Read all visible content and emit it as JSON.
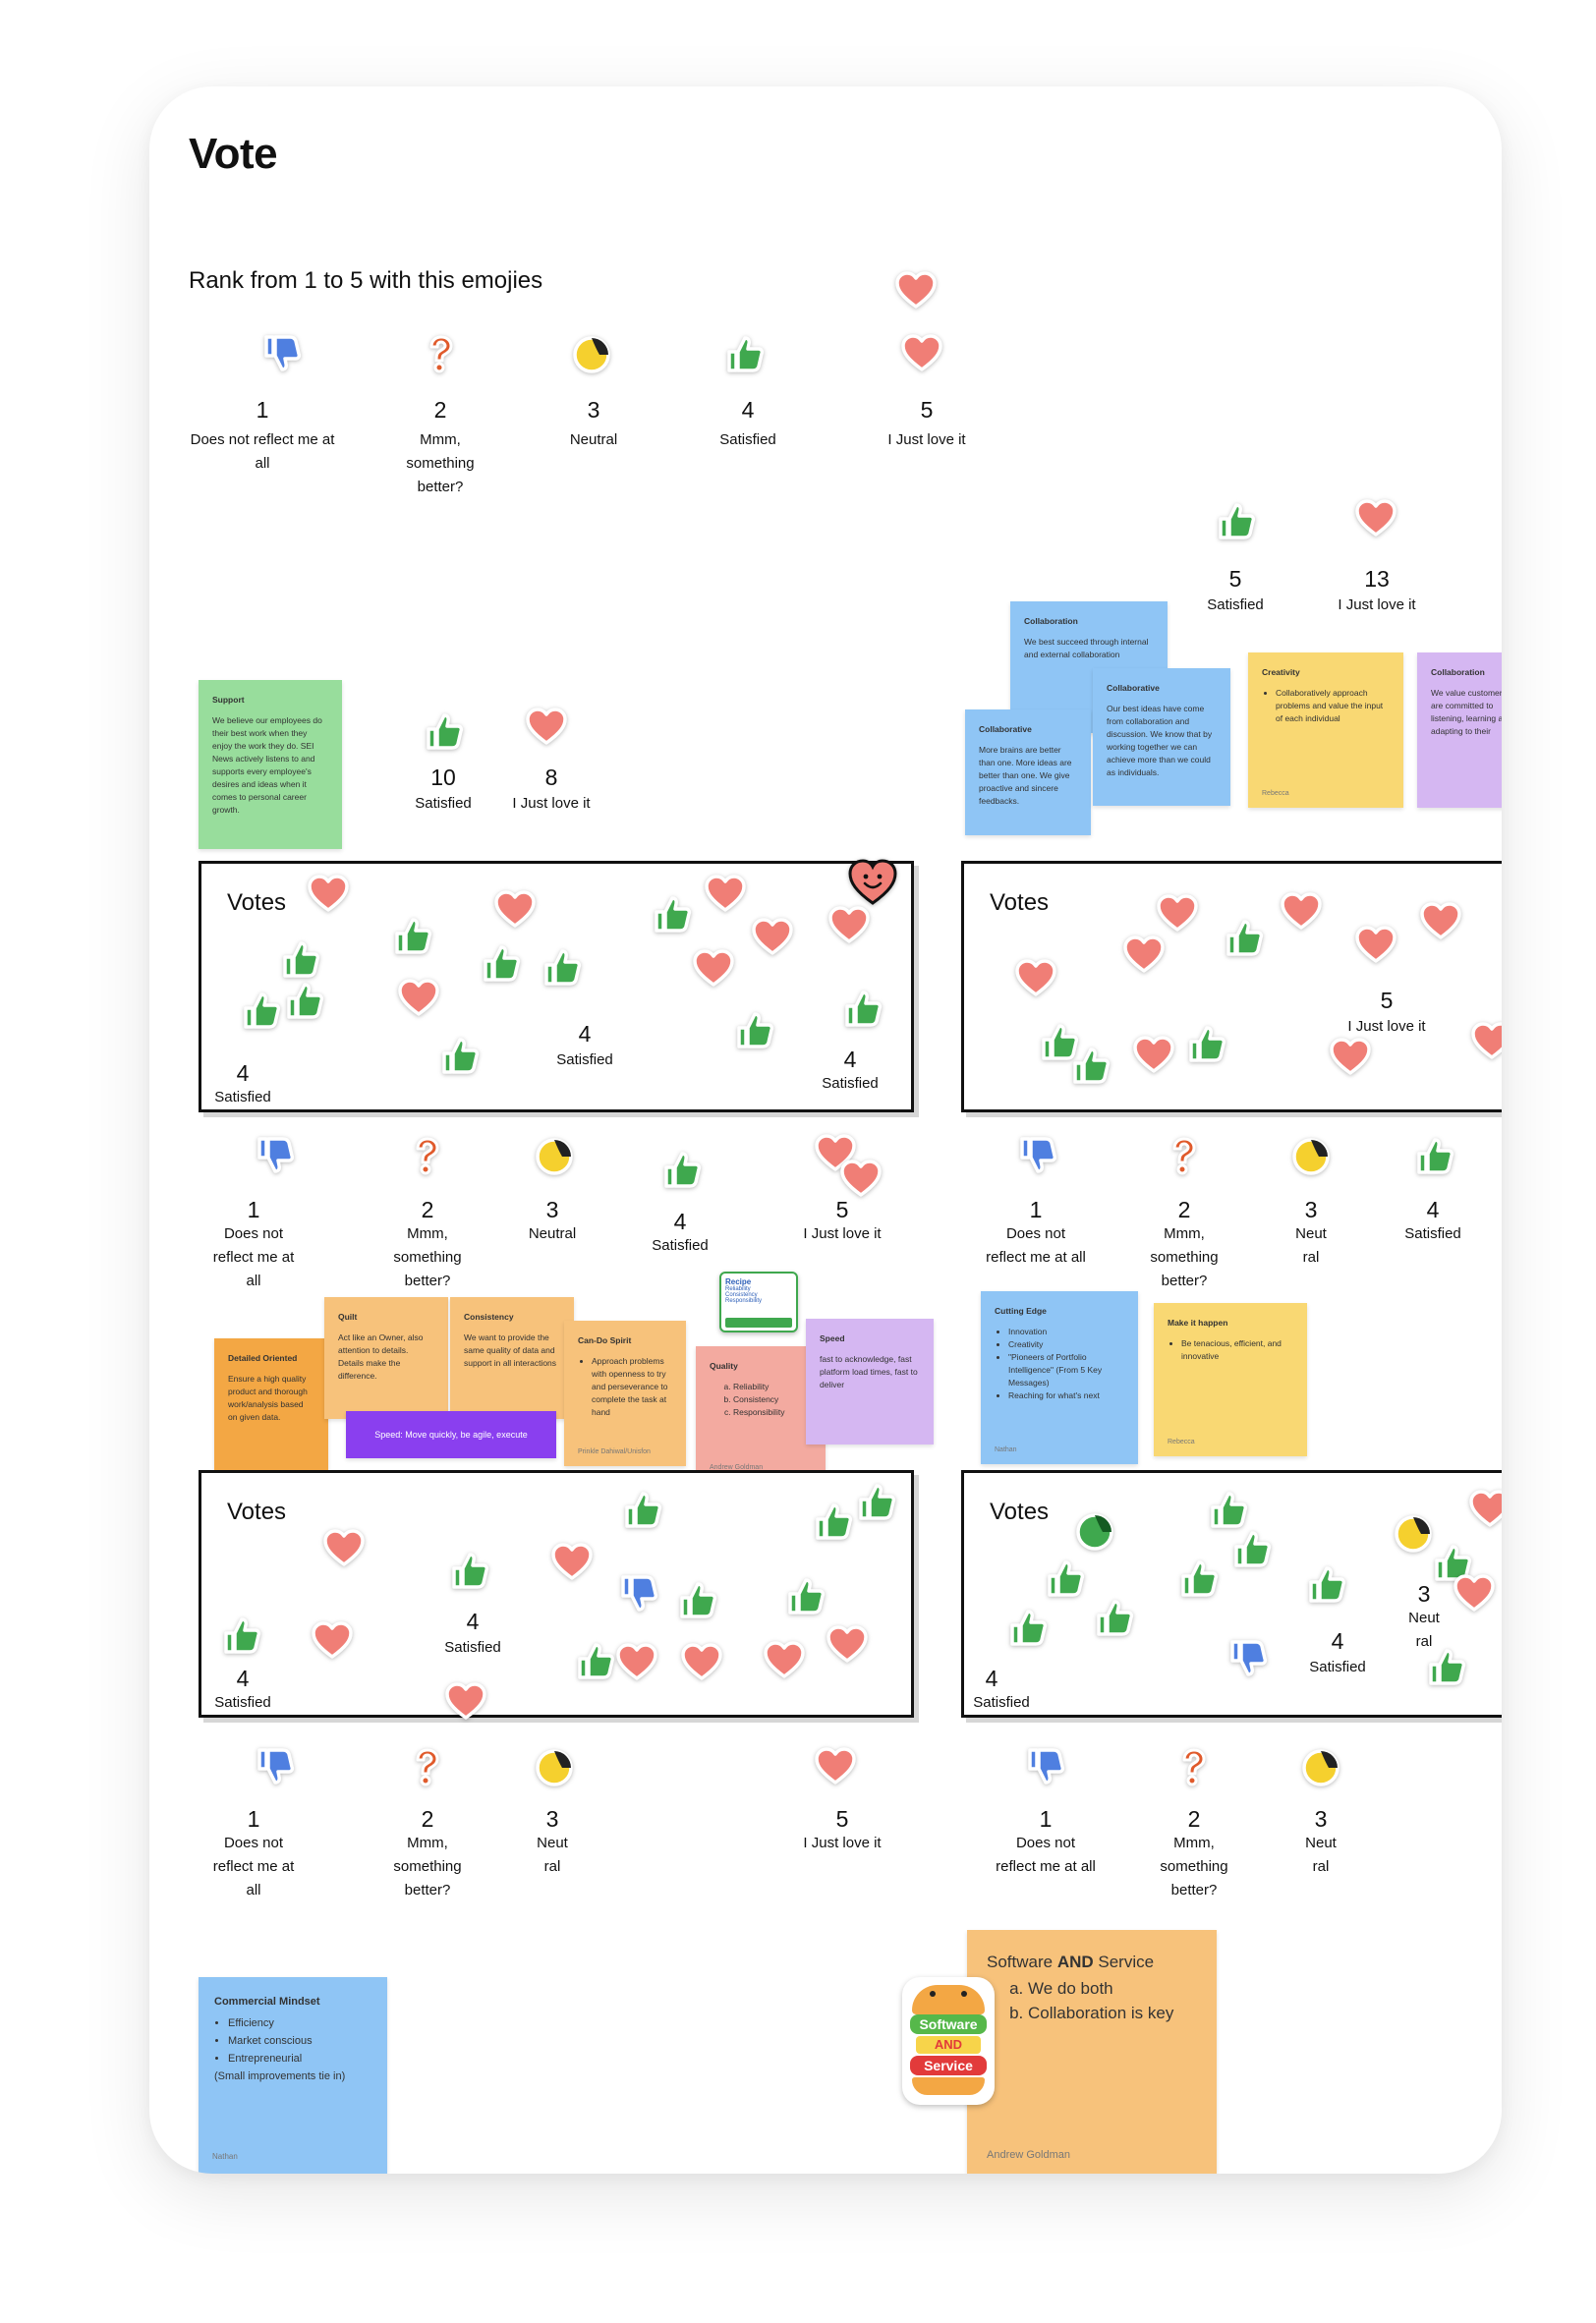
{
  "page": {
    "title": "Vote",
    "subtitle": "Rank from 1 to 5 with this emojies"
  },
  "colors": {
    "heart": "#f07e76",
    "thumb_up": "#3fa84e",
    "thumb_down": "#4f7fe0",
    "question": "#e05a2b",
    "neutral": "#f5d02e",
    "border": "#111111"
  },
  "legend_main": [
    {
      "icon": "thumb-down-icon",
      "number": "1",
      "label": "Does not reflect me at all"
    },
    {
      "icon": "question-icon",
      "number": "2",
      "label": "Mmm, something better?"
    },
    {
      "icon": "neutral-face-icon",
      "number": "3",
      "label": "Neutral"
    },
    {
      "icon": "thumb-up-icon",
      "number": "4",
      "label": "Satisfied"
    },
    {
      "icon": "heart-icon",
      "number": "5",
      "label": "I Just love it"
    }
  ],
  "tally_top_right": [
    {
      "number": "5",
      "label": "Satisfied"
    },
    {
      "number": "13",
      "label": "I Just love it"
    }
  ],
  "tally_support": [
    {
      "number": "10",
      "label": "Satisfied"
    },
    {
      "number": "8",
      "label": "I Just love it"
    }
  ],
  "notes_top": {
    "support": {
      "title": "Support",
      "body": "We believe our employees do their best work when they enjoy the work they do. SEI News actively listens to and supports every employee's desires and ideas when it comes to personal career growth."
    },
    "collab1": {
      "title": "Collaboration",
      "body": "We best succeed through internal and external collaboration"
    },
    "collab2": {
      "title": "Collaborative",
      "body": "Our best ideas have come from collaboration and discussion. We know that by working together we can achieve more than we could as individuals."
    },
    "collab3": {
      "title": "Collaborative",
      "body": "More brains are better than one. More ideas are better than one. We give proactive and sincere feedbacks."
    },
    "creativity": {
      "title": "Creativity",
      "bullets": [
        "Collaboratively approach problems and value the input of each individual"
      ],
      "author": "Rebecca"
    },
    "collab4": {
      "title": "Collaboration",
      "body": "We value customer and are committed to listening, learning and adapting to their"
    }
  },
  "vote_boxes": [
    {
      "title": "Votes",
      "tallies": [
        {
          "number": "4",
          "label": "Satisfied"
        },
        {
          "number": "4",
          "label": "Satisfied"
        },
        {
          "number": "4",
          "label": "Satisfied"
        }
      ]
    },
    {
      "title": "Votes",
      "tallies": [
        {
          "number": "5",
          "label": "I Just love it"
        }
      ]
    },
    {
      "title": "Votes",
      "tallies": [
        {
          "number": "4",
          "label": "Satisfied"
        },
        {
          "number": "4",
          "label": "Satisfied"
        }
      ]
    },
    {
      "title": "Votes",
      "tallies": [
        {
          "number": "4",
          "label": "Satisfied"
        },
        {
          "number": "4",
          "label": "Satisfied"
        },
        {
          "number": "3",
          "label": "Neut ral"
        }
      ]
    }
  ],
  "legend_row2_left": [
    {
      "number": "1",
      "label": "Does not reflect me at all"
    },
    {
      "number": "2",
      "label": "Mmm, something better?"
    },
    {
      "number": "3",
      "label": "Neutral"
    },
    {
      "number": "4",
      "label": "Satisfied"
    },
    {
      "number": "5",
      "label": "I Just love it"
    }
  ],
  "legend_row2_right": [
    {
      "number": "1",
      "label": "Does not reflect me at all"
    },
    {
      "number": "2",
      "label": "Mmm, something better?"
    },
    {
      "number": "3",
      "label": "Neut ral"
    },
    {
      "number": "4",
      "label": "Satisfied"
    }
  ],
  "notes_mid": {
    "detail": {
      "title": "Detailed Oriented",
      "body": "Ensure a high quality product and thorough work/analysis based on given data."
    },
    "quilt": {
      "title": "Quilt",
      "body": "Act like an Owner, also attention to details. Details make the difference."
    },
    "consistency": {
      "title": "Consistency",
      "body": "We want to provide the same quality of data and support in all interactions"
    },
    "cando": {
      "title": "Can-Do Spirit",
      "bullets": [
        "Approach problems with openness to try and perseverance to complete the task at hand"
      ],
      "author": "Prinkle Dahiwal/Unisfon"
    },
    "quality": {
      "title": "Quality",
      "items": [
        "Reliability",
        "Consistency",
        "Responsibility"
      ],
      "author": "Andrew Goldman"
    },
    "speed": {
      "title": "Speed",
      "body": "fast to acknowledge, fast platform load times, fast to deliver"
    },
    "speed_banner": {
      "body": "Speed: Move quickly, be agile, execute"
    },
    "recipe_card": {
      "title": "Recipe",
      "items": [
        "Reliability",
        "Consistency",
        "Responsibility"
      ]
    },
    "cutting": {
      "title": "Cutting Edge",
      "bullets": [
        "Innovation",
        "Creativity",
        "\"Pioneers of Portfolio Intelligence\" (From 5 Key Messages)",
        "Reaching for what's next"
      ],
      "author": "Nathan"
    },
    "make": {
      "title": "Make it happen",
      "bullets": [
        "Be tenacious, efficient, and innovative"
      ],
      "author": "Rebecca"
    }
  },
  "legend_row3_left": [
    {
      "number": "1",
      "label": "Does not reflect me at all"
    },
    {
      "number": "2",
      "label": "Mmm, something better?"
    },
    {
      "number": "3",
      "label": "Neut ral"
    },
    {
      "number": "5",
      "label": "I Just love it"
    }
  ],
  "legend_row3_right": [
    {
      "number": "1",
      "label": "Does not reflect me at all"
    },
    {
      "number": "2",
      "label": "Mmm, something better?"
    },
    {
      "number": "3",
      "label": "Neut ral"
    }
  ],
  "notes_bottom": {
    "commercial": {
      "title": "Commercial Mindset",
      "bullets": [
        "Efficiency",
        "Market conscious",
        "Entrepreneurial"
      ],
      "extra": "(Small improvements tie in)",
      "author": "Nathan"
    },
    "software": {
      "title_pre": "Software ",
      "title_bold": "AND",
      "title_post": " Service",
      "items": [
        "We do both",
        "Collaboration is key"
      ],
      "author": "Andrew Goldman"
    },
    "burger": {
      "line1": "Software",
      "line2": "AND",
      "line3": "Service"
    }
  }
}
